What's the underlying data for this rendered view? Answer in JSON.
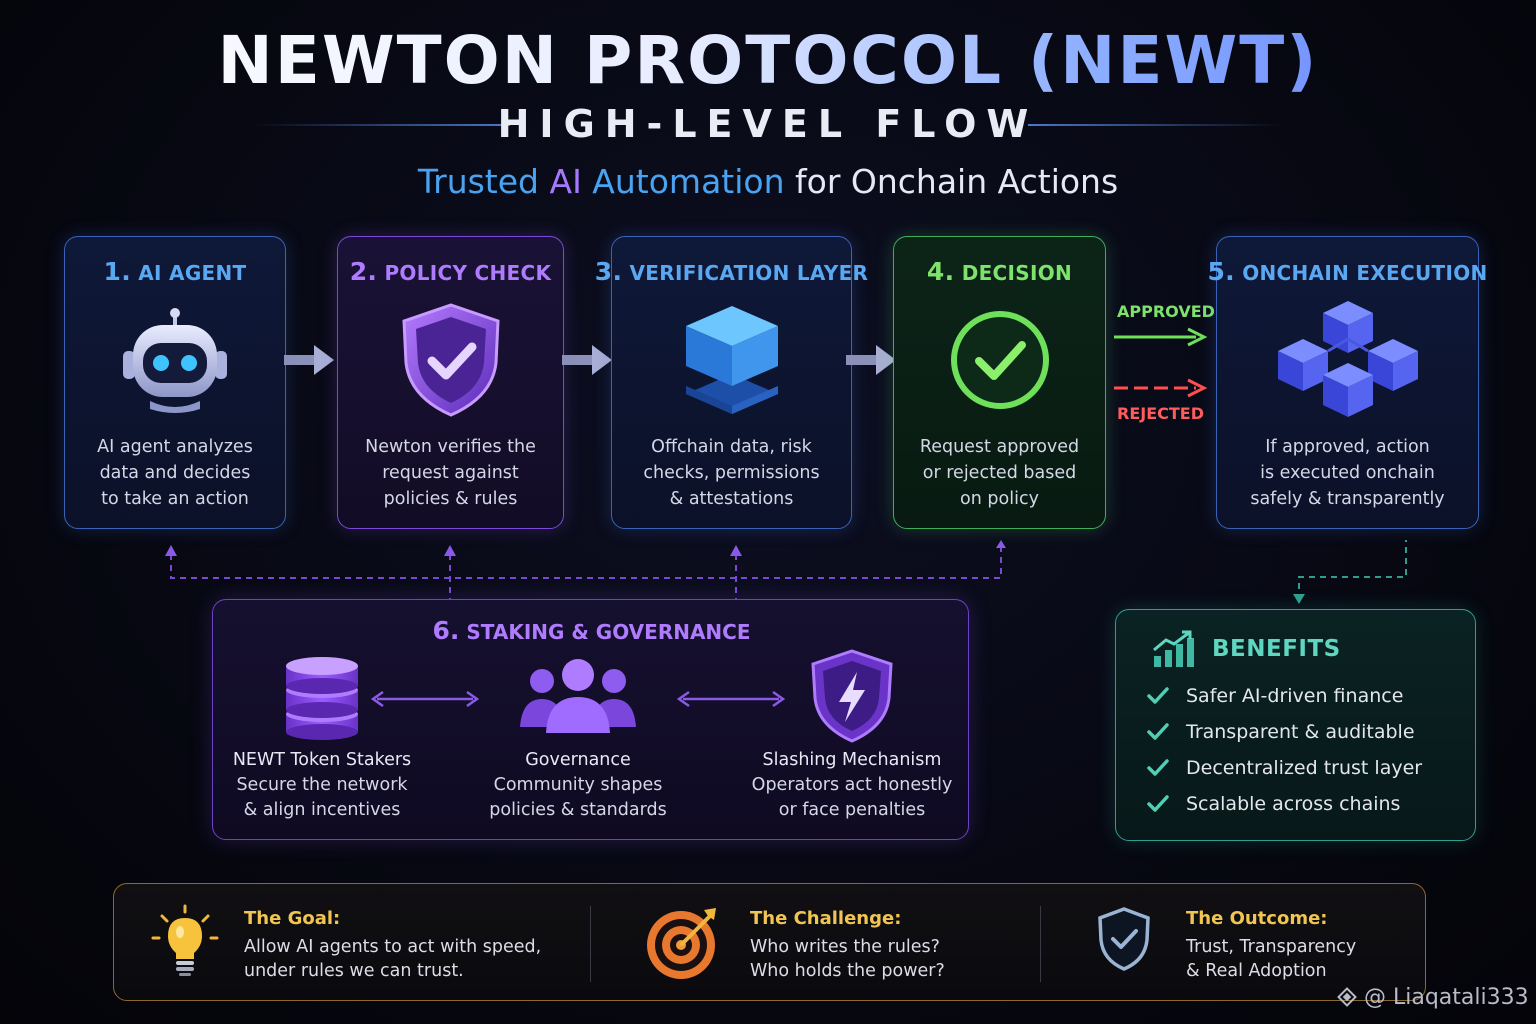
{
  "header": {
    "title": "NEWTON PROTOCOL (NEWT)",
    "subtitle": "HIGH-LEVEL FLOW",
    "tagline": {
      "part1": "Trusted ",
      "part2": "AI",
      "part3": " Automation",
      "part4": " for Onchain Actions"
    }
  },
  "steps": [
    {
      "num": "1.",
      "title": "AI AGENT",
      "icon": "robot-icon",
      "desc": "AI agent analyzes\ndata and decides\nto take an action"
    },
    {
      "num": "2.",
      "title": "POLICY CHECK",
      "icon": "shield-check-icon",
      "desc": "Newton verifies the\nrequest against\npolicies & rules"
    },
    {
      "num": "3.",
      "title": "VERIFICATION LAYER",
      "icon": "layers-icon",
      "desc": "Offchain data, risk\nchecks, permissions\n& attestations"
    },
    {
      "num": "4.",
      "title": "DECISION",
      "icon": "check-circle-icon",
      "desc": "Request approved\nor rejected based\non policy"
    },
    {
      "num": "5.",
      "title": "ONCHAIN EXECUTION",
      "icon": "blocks-icon",
      "desc": "If approved, action\nis executed onchain\nsafely & transparently"
    }
  ],
  "decision_labels": {
    "approved": "APPROVED",
    "rejected": "REJECTED"
  },
  "staking": {
    "num": "6.",
    "title": "STAKING & GOVERNANCE",
    "items": [
      {
        "name": "NEWT Token Stakers",
        "desc": "Secure the network\n& align incentives",
        "icon": "database-icon"
      },
      {
        "name": "Governance",
        "desc": "Community shapes\npolicies & standards",
        "icon": "people-icon"
      },
      {
        "name": "Slashing Mechanism",
        "desc": "Operators act honestly\nor face penalties",
        "icon": "shield-bolt-icon"
      }
    ]
  },
  "benefits": {
    "title": "BENEFITS",
    "items": [
      "Safer AI-driven finance",
      "Transparent & auditable",
      "Decentralized trust layer",
      "Scalable across chains"
    ]
  },
  "bottom": [
    {
      "head": "The Goal:",
      "text": "Allow AI agents to act with speed,\nunder rules we can trust.",
      "icon": "lightbulb-icon"
    },
    {
      "head": "The Challenge:",
      "text": "Who writes the rules?\nWho holds the power?",
      "icon": "target-icon"
    },
    {
      "head": "The Outcome:",
      "text": "Trust, Transparency\n& Real Adoption",
      "icon": "shield-check-icon"
    }
  ],
  "watermark": "@ Liaqatali333",
  "colors": {
    "blue": "#5aa8f2",
    "purple": "#b07cff",
    "green": "#7de36b",
    "red": "#ff5c5c",
    "teal": "#5fd6c0",
    "gold": "#f1c552"
  }
}
